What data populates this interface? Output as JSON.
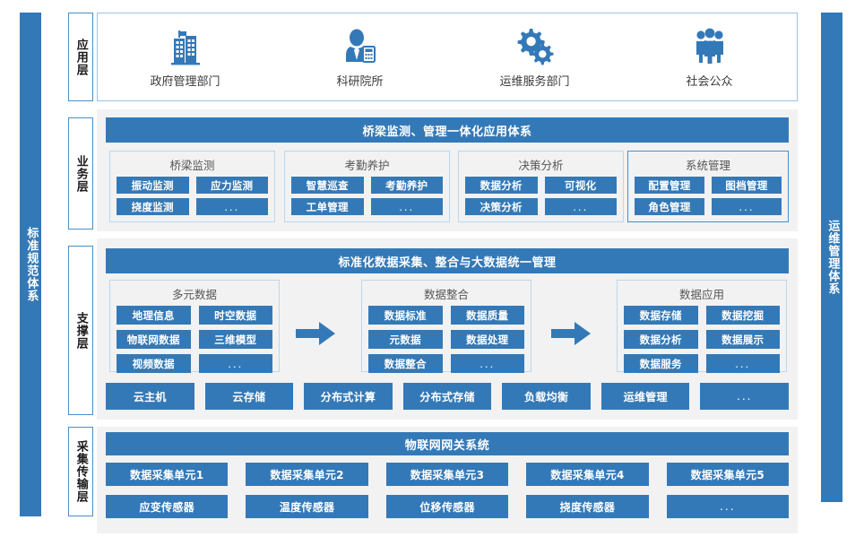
{
  "sides": {
    "left": {
      "label": "标准规范体系"
    },
    "right": {
      "label": "运维管理体系"
    }
  },
  "layers": [
    {
      "tag": "应用层"
    },
    {
      "tag": "业务层"
    },
    {
      "tag": "支撑层"
    },
    {
      "tag": "采集传输层"
    }
  ],
  "application_layer": {
    "tag": "应用层",
    "items": [
      {
        "icon": "building-icon",
        "label": "政府管理部门"
      },
      {
        "icon": "researcher-icon",
        "label": "科研院所"
      },
      {
        "icon": "gears-icon",
        "label": "运维服务部门"
      },
      {
        "icon": "people-icon",
        "label": "社会公众"
      }
    ]
  },
  "business_layer": {
    "tag": "业务层",
    "banner": "桥梁监测、管理一体化应用体系",
    "groups": [
      {
        "title": "桥梁监测",
        "items": [
          "振动监测",
          "应力监测",
          "挠度监测",
          "..."
        ]
      },
      {
        "title": "考勤养护",
        "items": [
          "智慧巡查",
          "考勤养护",
          "工单管理",
          "..."
        ]
      },
      {
        "title": "决策分析",
        "items": [
          "数据分析",
          "可视化",
          "决策分析",
          "..."
        ]
      },
      {
        "title": "系统管理",
        "items": [
          "配置管理",
          "图档管理",
          "角色管理",
          "..."
        ]
      }
    ]
  },
  "support_layer": {
    "tag": "支撑层",
    "banner": "标准化数据采集、整合与大数据统一管理",
    "groups": [
      {
        "title": "多元数据",
        "items": [
          "地理信息",
          "时空数据",
          "物联网数据",
          "三维模型",
          "视频数据",
          "..."
        ]
      },
      {
        "title": "数据整合",
        "items": [
          "数据标准",
          "数据质量",
          "元数据",
          "数据处理",
          "数据整合",
          "..."
        ]
      },
      {
        "title": "数据应用",
        "items": [
          "数据存储",
          "数据挖掘",
          "数据分析",
          "数据展示",
          "数据服务",
          "..."
        ]
      }
    ],
    "arrows": [
      "arrow-right-icon",
      "arrow-right-icon"
    ],
    "infrastructure": [
      "云主机",
      "云存储",
      "分布式计算",
      "分布式存储",
      "负载均衡",
      "运维管理",
      "..."
    ]
  },
  "collection_layer": {
    "tag": "采集传输层",
    "banner": "物联网网关系统",
    "units": [
      "数据采集单元1",
      "数据采集单元2",
      "数据采集单元3",
      "数据采集单元4",
      "数据采集单元5"
    ],
    "sensors": [
      "应变传感器",
      "温度传感器",
      "位移传感器",
      "挠度传感器",
      "..."
    ]
  },
  "colors": {
    "primary_blue": "#3479b7",
    "panel_gray": "#f2f2f2",
    "group_border": "#bcd7ee",
    "group_border_strong": "#4d8ec6",
    "text_dark": "#3a3a3a",
    "white": "#ffffff"
  }
}
